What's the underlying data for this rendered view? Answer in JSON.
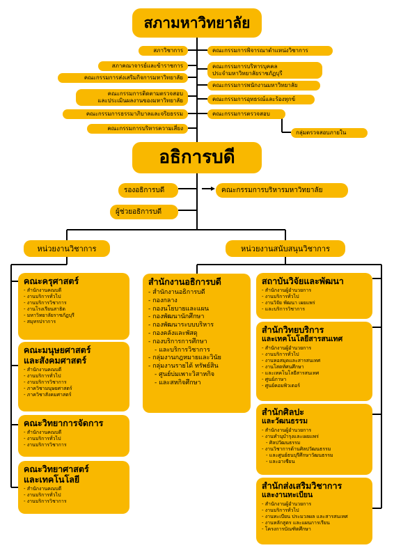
{
  "top": {
    "council": "สภามหาวิทยาลัย",
    "left_committees": [
      "สภาวิชาการ",
      "สภาคณาจารย์และข้าราชการ",
      "คณะกรรมการส่งเสริมกิจการมหาวิทยาลัย",
      "คณะกรรมการติดตามตรวจสอบ\nและประเมินผลงานของมหาวิทยาลัย",
      "คณะกรรมการธรรมาภิบาลและจริยธรรม",
      "คณะกรรมการบริหารความเสี่ยง"
    ],
    "right_committees": [
      "คณะกรรมการพิจารณาตำแหน่งวิชาการ",
      "คณะกรรมการบริหารบุคคล\nประจำมหาวิทยาลัยราชภัฏบุรี",
      "คณะกรรมการพนักงานมหาวิทยาลัย",
      "คณะกรรมการอุทธรณ์และร้องทุกข์",
      "คณะกรรมการตรวจสอบ"
    ],
    "audit_group": "กลุ่มตรวจสอบภายใน"
  },
  "president": {
    "title": "อธิการบดี",
    "vice": "รองอธิการบดี",
    "assistant": "ผู้ช่วยอธิการบดี",
    "exec_committee": "คณะกรรมการบริหารมหาวิทยาลัย"
  },
  "academic": {
    "label": "หน่วยงานวิชาการ",
    "units": [
      {
        "title": "คณะครุศาสตร์",
        "items": [
          "สำนักงานคณบดี",
          "งานบริการทั่วไป",
          "งานบริการวิชาการ",
          "งานโรงเรียนสาธิต",
          "มหาวิทยาลัยราชภัฏบุรี",
          "สมุทรปราการ"
        ]
      },
      {
        "title": "คณะมนุษยศาสตร์\nและสังคมศาสตร์",
        "items": [
          "สำนักงานคณบดี",
          "งานบริการทั่วไป",
          "งานบริการวิชาการ",
          "ภาควิชามนุษยศาสตร์",
          "ภาควิชาสังคมศาสตร์"
        ]
      },
      {
        "title": "คณะวิทยาการจัดการ",
        "items": [
          "สำนักงานคณบดี",
          "งานบริการทั่วไป",
          "งานบริการวิชาการ"
        ]
      },
      {
        "title": "คณะวิทยาศาสตร์\nและเทคโนโลยี",
        "items": [
          "สำนักงานคณบดี",
          "งานบริการทั่วไป",
          "งานบริการวิชาการ"
        ]
      }
    ]
  },
  "support": {
    "label": "หน่วยงานสนับสนุนวิชาการ",
    "president_office": {
      "title": "สำนักงานอธิการบดี",
      "items": [
        "สำนักงานอธิการบดี",
        "กองกลาง",
        "กองนโยบายและแผน",
        "กองพัฒนานักศึกษา",
        "กองพัฒนาระบบบริหาร",
        "กองคลังและพัสดุ",
        "กองบริการการศึกษา",
        "และบริการวิชาการ",
        "กลุ่มงานกฎหมายและวินัย",
        "กลุ่มงานรายได้ ทรัพย์สิน",
        "ศูนย์บ่มเพาะวิสาหกิจ",
        "และสหกิจศึกษา"
      ]
    },
    "right_units": [
      {
        "title": "สถาบันวิจัยและพัฒนา",
        "subtitle": "",
        "items": [
          "สำนักงานผู้อำนวยการ",
          "งานบริการทั่วไป",
          "งานวิจัย พัฒนา เผยแพร่",
          "และบริการวิชาการ"
        ]
      },
      {
        "title": "สำนักวิทยบริการ",
        "subtitle": "และเทคโนโลยีสารสนเทศ",
        "items": [
          "สำนักงานผู้อำนวยการ",
          "งานบริการทั่วไป",
          "งานหอสมุดและสารสนเทศ",
          "งานโสตทัศนศึกษา",
          "และเทคโนโลยีสารสนเทศ",
          "ศูนย์ภาษา",
          "ศูนย์คอมพิวเตอร์"
        ]
      },
      {
        "title": "สำนักศิลปะ",
        "subtitle": "และวัฒนธรรม",
        "items": [
          "สำนักงานผู้อำนวยการ",
          "งานทำนุบำรุงและเผยแพร่",
          "ศิลปวัฒนธรรม",
          "งานวิชาการด้านศิลปวัฒนธรรม",
          "และศูนย์ธนบุรีศึกษาวัฒนธรรม",
          "และอาเซียน"
        ]
      },
      {
        "title": "สำนักส่งเสริมวิชาการ",
        "subtitle": "และงานทะเบียน",
        "items": [
          "สำนักงานผู้อำนวยการ",
          "งานบริการทั่วไป",
          "งานทะเบียน ประมวลผล และสารสนเทศ",
          "งานหลักสูตร และแผนการเรียน",
          "โครงการบัณฑิตศึกษา"
        ]
      }
    ]
  }
}
